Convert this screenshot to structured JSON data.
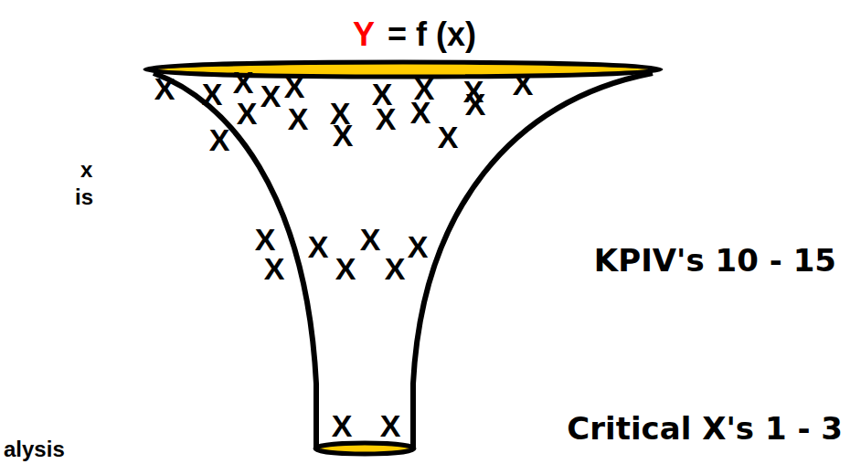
{
  "diagram": {
    "labels": [
      "Y",
      "= f (x)",
      "x",
      "is",
      "X",
      "X",
      "X",
      "X",
      "X",
      "X",
      "X",
      "X",
      "X",
      "X",
      "X",
      "X",
      "X",
      "X",
      "X",
      "X",
      "X",
      "X",
      "X",
      "X",
      "X",
      "X",
      "X",
      "X",
      "X",
      "KPIV's 10 - 15",
      "X",
      "X",
      "Critical X's 1 - 3",
      "alysis"
    ]
  }
}
